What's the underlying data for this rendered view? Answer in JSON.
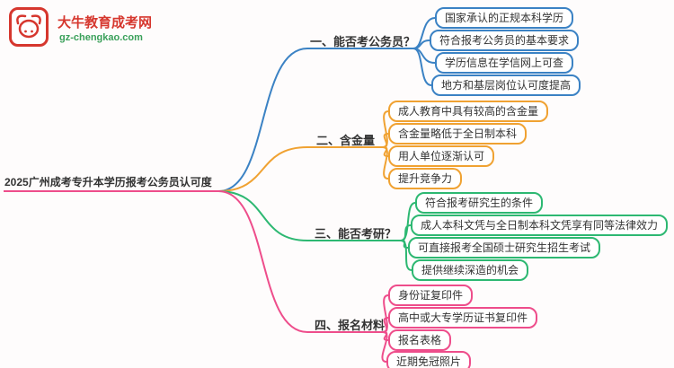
{
  "logo": {
    "brand": "大牛教育成考网",
    "domain": "gz-chengkao.com",
    "icon": "bull-icon",
    "accent": "#d6372e",
    "domain_color": "#3aa05a"
  },
  "root": {
    "label": "2025广州成考专升本学历报考公务员认可度",
    "color": "#ee4d8b"
  },
  "branches": [
    {
      "label": "一、能否考公务员？",
      "color": "#3b82c4",
      "children": [
        "国家承认的正规本科学历",
        "符合报考公务员的基本要求",
        "学历信息在学信网上可查",
        "地方和基层岗位认可度提高"
      ]
    },
    {
      "label": "二、含金量",
      "color": "#f0a232",
      "children": [
        "成人教育中具有较高的含金量",
        "含金量略低于全日制本科",
        "用人单位逐渐认可",
        "提升竞争力"
      ]
    },
    {
      "label": "三、能否考研？",
      "color": "#2db872",
      "children": [
        "符合报考研究生的条件",
        "成人本科文凭与全日制本科文凭享有同等法律效力",
        "可直接报考全国硕士研究生招生考试",
        "提供继续深造的机会"
      ]
    },
    {
      "label": "四、报名材料",
      "color": "#ee4d8b",
      "children": [
        "身份证复印件",
        "高中或大专学历证书复印件",
        "报名表格",
        "近期免冠照片"
      ]
    }
  ]
}
